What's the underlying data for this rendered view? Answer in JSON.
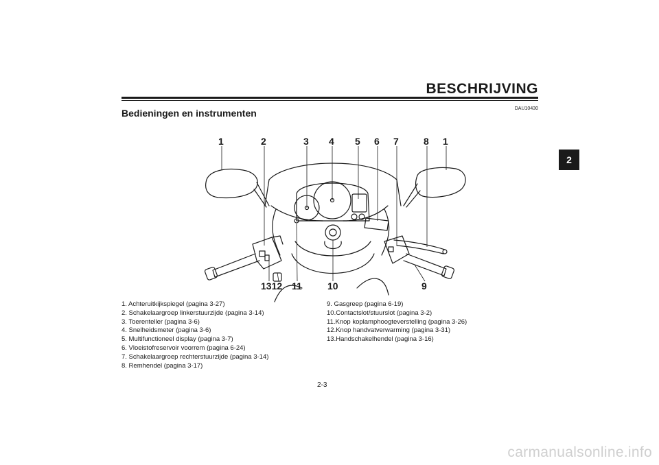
{
  "header": {
    "title": "BESCHRIJVING"
  },
  "page_tab": "2",
  "doc_code": "DAU10430",
  "section": {
    "heading": "Bedieningen en instrumenten"
  },
  "diagram": {
    "callouts_top": [
      "1",
      "2",
      "3",
      "4",
      "5",
      "6",
      "7",
      "8",
      "1"
    ],
    "callouts_bottom": [
      "1312",
      "11",
      "10",
      "9"
    ]
  },
  "legend": {
    "left": [
      "1.  Achteruitkijkspiegel (pagina 3-27)",
      "2.  Schakelaargroep linkerstuurzijde (pagina 3-14)",
      "3.  Toerenteller (pagina 3-6)",
      "4.  Snelheidsmeter (pagina 3-6)",
      "5.  Multifunctioneel display (pagina 3-7)",
      "6.  Vloeistofreservoir voorrem (pagina 6-24)",
      "7.  Schakelaargroep rechterstuurzijde (pagina 3-14)",
      "8.  Remhendel (pagina 3-17)"
    ],
    "right": [
      "9.  Gasgreep (pagina 6-19)",
      "10.Contactslot/stuurslot (pagina 3-2)",
      "11.Knop koplamphoogteverstelling (pagina 3-26)",
      "12.Knop handvatverwarming (pagina 3-31)",
      "13.Handschakelhendel (pagina 3-16)"
    ]
  },
  "page_number": "2-3",
  "watermark": "carmanualsonline.info"
}
